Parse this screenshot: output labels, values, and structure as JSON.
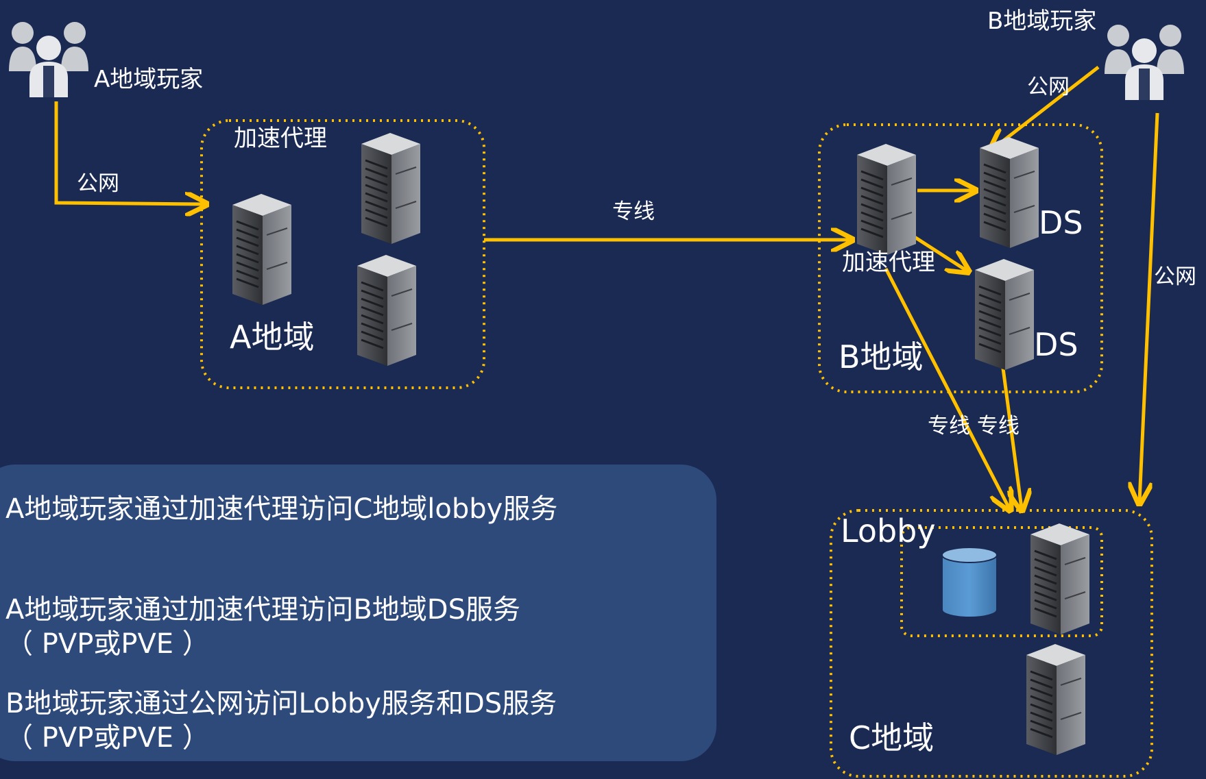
{
  "colors": {
    "background": "#1b2a52",
    "panel": "#2e4a7a",
    "arrow": "#ffc000",
    "db": "#5b9bd5"
  },
  "icons": [
    "users-icon",
    "server-icon",
    "database-icon"
  ],
  "labels": {
    "a_players": "A地域玩家",
    "b_players": "B地域玩家",
    "public_net_a": "公网",
    "public_net_b1": "公网",
    "public_net_b2": "公网",
    "proxy_a": "加速代理",
    "proxy_b": "加速代理",
    "region_a": "A地域",
    "region_b": "B地域",
    "region_c": "C地域",
    "leased_line_ab": "专线",
    "leased_line_bc": "专线 专线",
    "ds1": "DS",
    "ds2": "DS",
    "lobby": "Lobby"
  },
  "notes": [
    "A地域玩家通过加速代理访问C地域lobby服务",
    "A地域玩家通过加速代理访问B地域DS服务",
    "（ PVP或PVE ）",
    "B地域玩家通过公网访问Lobby服务和DS服务",
    "（ PVP或PVE ）"
  ]
}
